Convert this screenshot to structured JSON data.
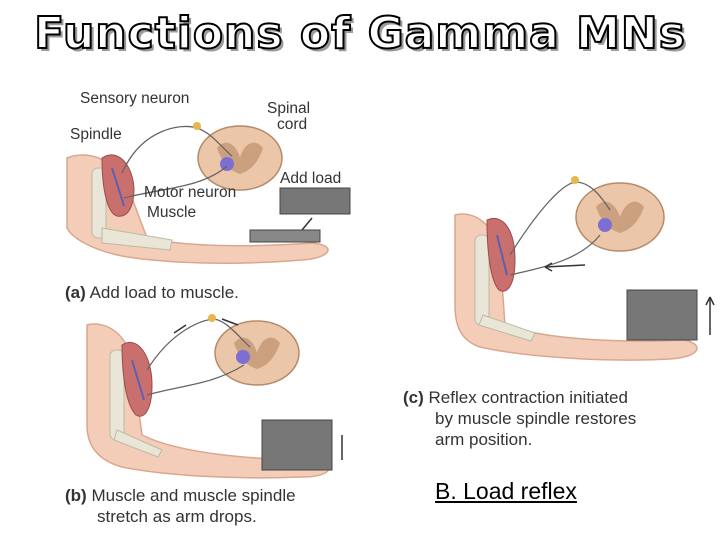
{
  "title": "Functions of Gamma MNs",
  "panel_a": {
    "labels": {
      "sensory_neuron": "Sensory neuron",
      "spinal_cord_1": "Spinal",
      "spinal_cord_2": "cord",
      "spindle": "Spindle",
      "add_load": "Add load",
      "motor_neuron": "Motor neuron",
      "muscle": "Muscle"
    },
    "caption_letter": "(a)",
    "caption": "Add load to muscle."
  },
  "panel_b": {
    "caption_letter": "(b)",
    "caption_line1": "Muscle and muscle spindle",
    "caption_line2": "stretch as arm drops."
  },
  "panel_c": {
    "caption_letter": "(c)",
    "caption_line1": "Reflex contraction initiated",
    "caption_line2": "by muscle spindle restores",
    "caption_line3": "arm position."
  },
  "footer": "B. Load reflex"
}
